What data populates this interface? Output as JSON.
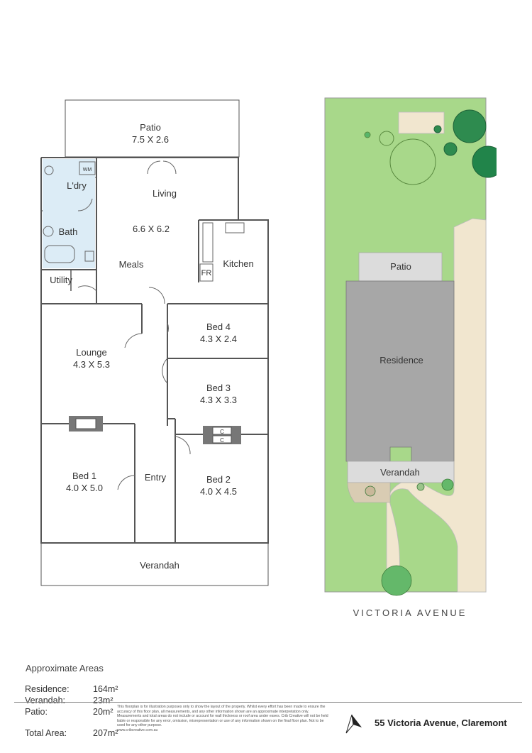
{
  "floorplan": {
    "rooms": {
      "patio_name": "Patio",
      "patio_dim": "7.5 X 2.6",
      "laundry": "L'dry",
      "wm": "WM",
      "bath": "Bath",
      "utility": "Utility",
      "living": "Living",
      "living_dim": "6.6 X 6.2",
      "meals": "Meals",
      "kitchen": "Kitchen",
      "fr": "FR",
      "bed4_name": "Bed 4",
      "bed4_dim": "4.3 X 2.4",
      "lounge_name": "Lounge",
      "lounge_dim": "4.3 X 5.3",
      "bed3_name": "Bed 3",
      "bed3_dim": "4.3 X 3.3",
      "cupboard": "C",
      "bed1_name": "Bed 1",
      "bed1_dim": "4.0 X 5.0",
      "entry": "Entry",
      "bed2_name": "Bed 2",
      "bed2_dim": "4.0 X 4.5",
      "verandah": "Verandah"
    }
  },
  "siteplan": {
    "patio": "Patio",
    "residence": "Residence",
    "verandah": "Verandah",
    "street": "VICTORIA AVENUE",
    "colors": {
      "lawn": "#a8d88a",
      "driveway": "#f1e6cf",
      "building": "#a7a7a7",
      "paving": "#dcdcdc"
    }
  },
  "areas": {
    "title": "Approximate Areas",
    "rows": [
      {
        "label": "Residence:",
        "value": "164m²"
      },
      {
        "label": "Verandah:",
        "value": "23m²"
      },
      {
        "label": "Patio:",
        "value": "20m²"
      }
    ],
    "total": {
      "label": "Total Area:",
      "value": "207m²"
    }
  },
  "disclaimer": "This floorplan is for illustration purposes only to show the layout of the property. Whilst every effort has been made to ensure the accuracy of this floor plan, all measurements, and any other information shown are an approximate interpretation only. Measurements and total areas do not include or account for wall thickness or roof area under eaves. Crib Creative will not be held liable or responsible for any error, omission, misrepresentation or use of any information shown on the final floor plan. Not to be used for any other purpose.",
  "website": "www.cribcreative.com.au",
  "address": "55 Victoria Avenue, Claremont",
  "north_arrow": "north-arrow-icon"
}
